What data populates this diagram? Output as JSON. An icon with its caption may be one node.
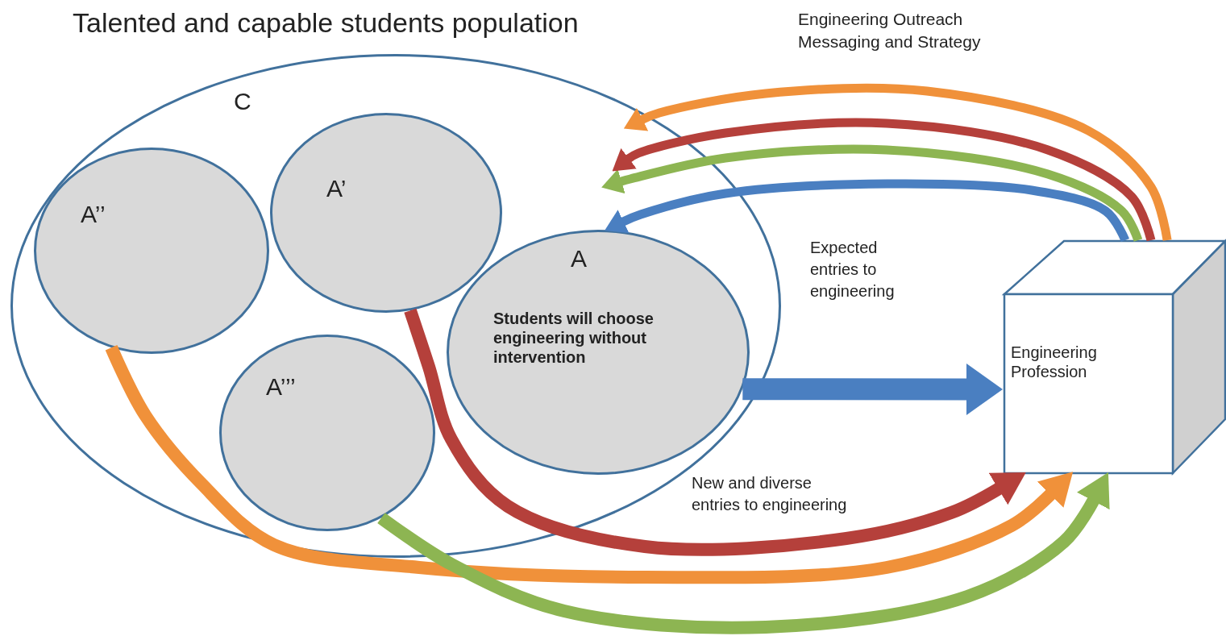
{
  "diagram": {
    "title": "Talented and capable students population",
    "nodes": [
      {
        "text": [
          "C"
        ]
      },
      {
        "text": [
          "A’’"
        ],
        "in": 0
      },
      {
        "text": [
          "A’"
        ],
        "in": 0
      },
      {
        "text": [
          "A",
          "Students will choose engineering without intervention"
        ],
        "in": 0
      },
      {
        "text": [
          "A’’’"
        ],
        "in": 0
      },
      {
        "text": [
          "Engineering Profession"
        ]
      }
    ],
    "edges": [
      {
        "from": 3,
        "to": 5,
        "arrow": "to",
        "style": "thick",
        "color": "#4a7fc1"
      },
      {
        "from": 2,
        "to": 5,
        "arrow": "to",
        "color": "#b5403b"
      },
      {
        "from": 1,
        "to": 5,
        "arrow": "to",
        "color": "#f0913a"
      },
      {
        "from": 4,
        "to": 5,
        "arrow": "to",
        "color": "#8db552"
      },
      {
        "from": 5,
        "to": 3,
        "arrow": "to",
        "color": "#4a7fc1"
      },
      {
        "from": 5,
        "to": 3,
        "arrow": "to",
        "color": "#8db552"
      },
      {
        "from": 5,
        "to": 0,
        "arrow": "to",
        "color": "#b5403b"
      },
      {
        "from": 5,
        "to": 0,
        "arrow": "to",
        "color": "#f0913a"
      }
    ],
    "labels": [
      "Engineering Outreach Messaging and Strategy",
      "Expected entries to engineering",
      "New and diverse entries to engineering"
    ]
  }
}
